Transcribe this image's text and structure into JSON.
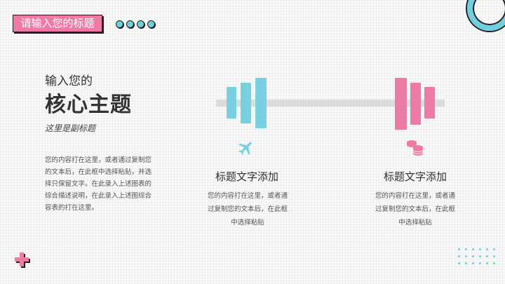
{
  "header": {
    "tag_label": "请输入您的标题"
  },
  "left": {
    "heading_small": "输入您的",
    "heading_big": "核心主题",
    "subtitle": "这里是副标题",
    "body_lines": [
      "您的内容打在这里，或者通过复制您",
      "的文本后，在此框中选择粘贴，并选",
      "择只保留文字。在此录入上述图表的",
      "综合描述说明，在此录入上述图综合",
      "容表的打在这里。"
    ]
  },
  "columns": [
    {
      "icon": "airplane-icon",
      "title": "标题文字添加",
      "text_lines": [
        "您的内容打在这里，或者通",
        "过复制您的文本后，在此框",
        "中选择粘贴"
      ]
    },
    {
      "icon": "coins-icon",
      "title": "标题文字添加",
      "text_lines": [
        "您的内容打在这里，或者通",
        "过复制您的文本后，在此框",
        "中选择粘贴"
      ]
    }
  ],
  "colors": {
    "accent_pink": "#f07aa6",
    "accent_blue": "#78d0e0",
    "text_dark": "#333333"
  }
}
